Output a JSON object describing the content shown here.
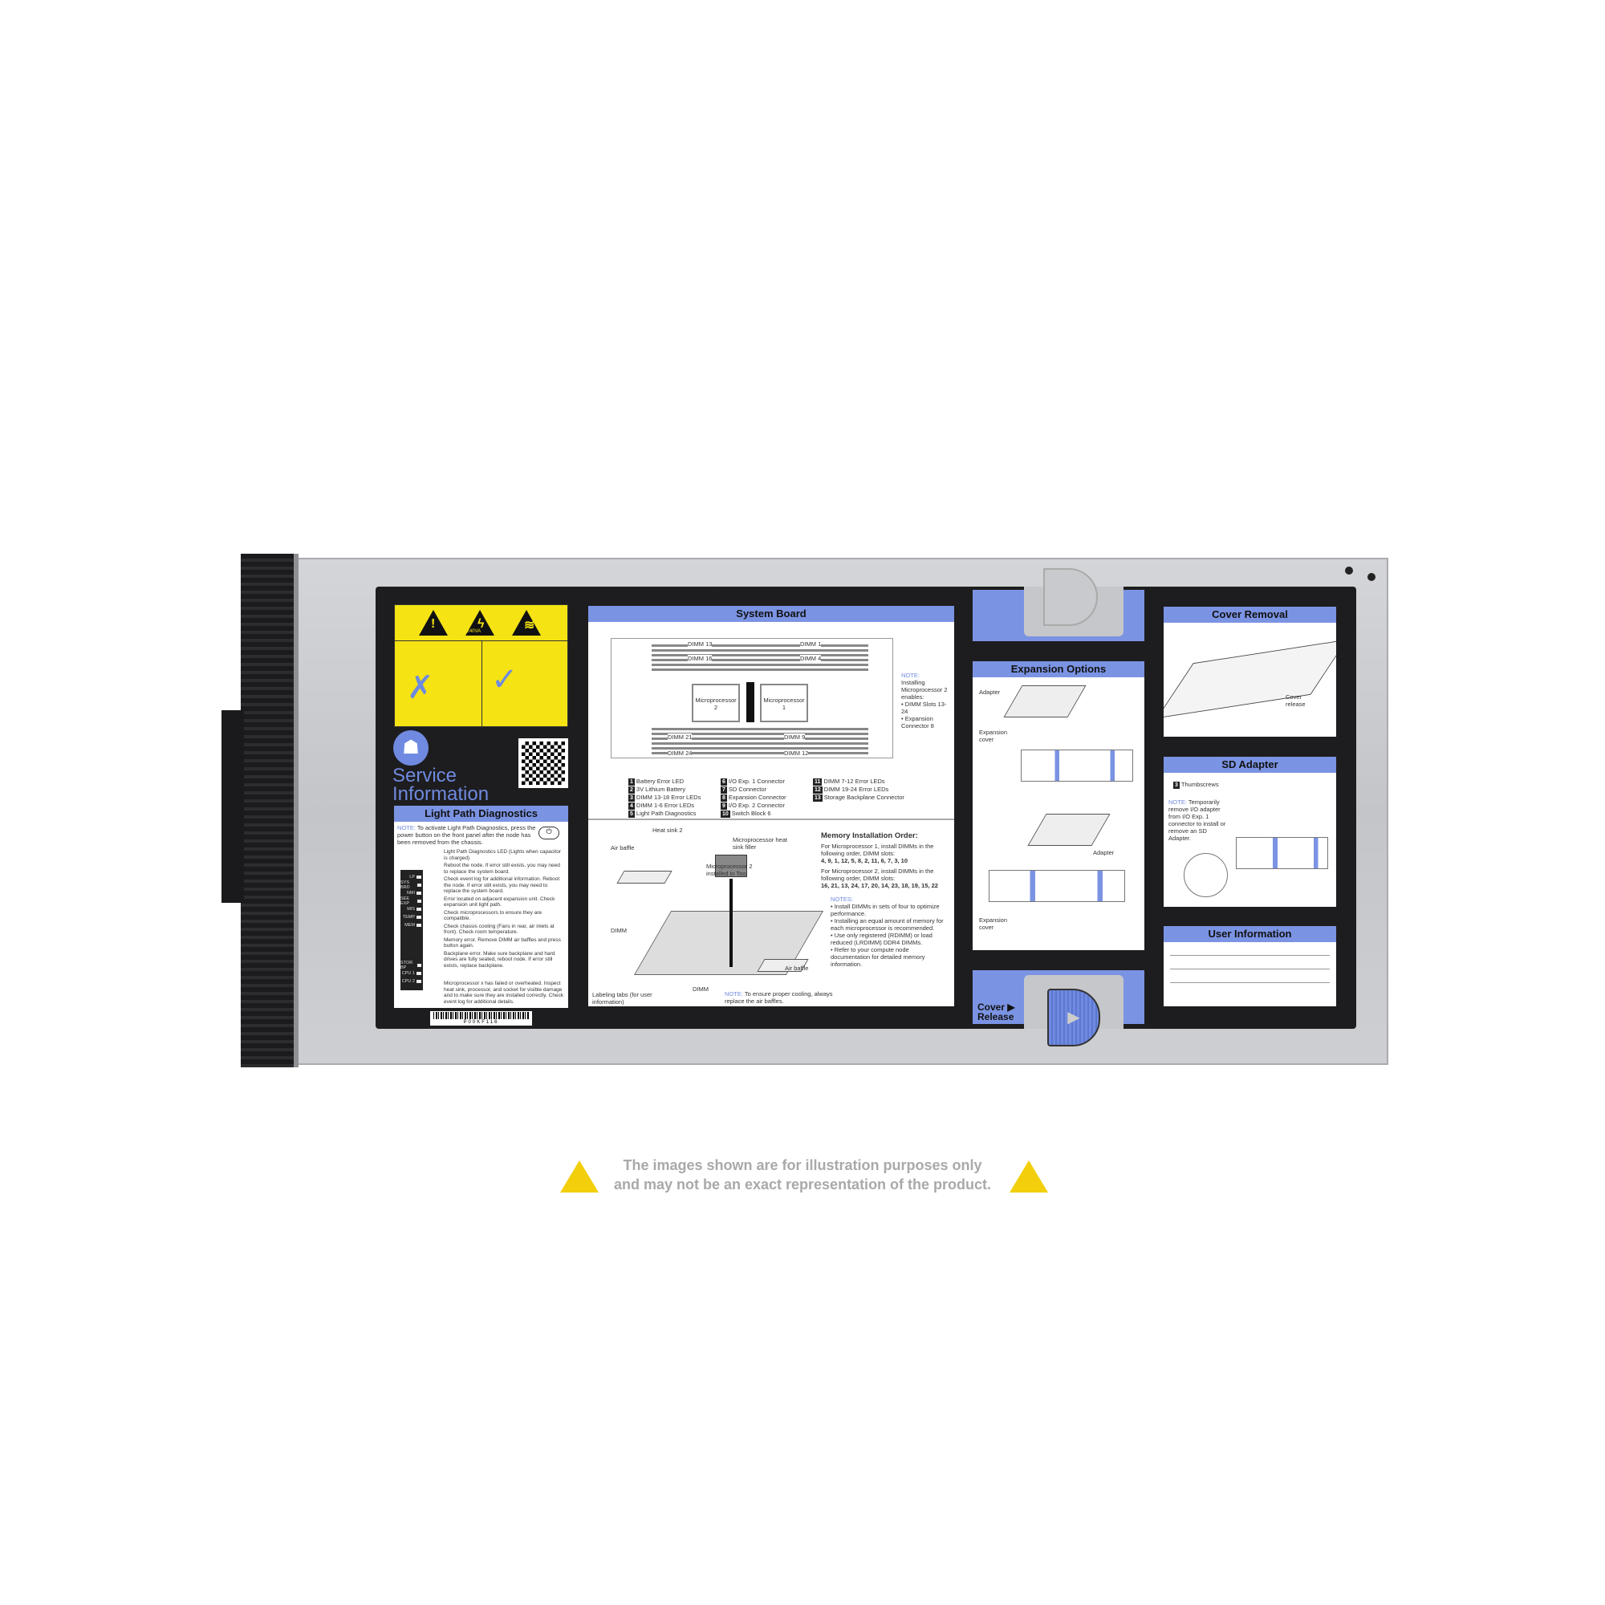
{
  "warning_label": {
    "voltage": ">240VA"
  },
  "service_info": {
    "title_line1": "Service",
    "title_line2": "Information"
  },
  "light_path": {
    "title": "Light Path Diagnostics",
    "note_label": "NOTE:",
    "note": "To activate Light Path Diagnostics, press the power button on the front panel after the node has been removed from the chassis.",
    "leds": [
      "LP",
      "SYS BRD",
      "NMI",
      "SEE EXP",
      "MIS",
      "TEMP",
      "MEM",
      "STOR BP",
      "CPU 1",
      "CPU 2"
    ],
    "descriptions": [
      "Light Path Diagnostics LED (Lights when capacitor is charged)",
      "Reboot the node. If error still exists, you may need to replace the system board.",
      "Check event log for additional information. Reboot the node. If error still exists, you may need to replace the system board.",
      "Error located on adjacent expansion unit. Check expansion unit light path.",
      "Check microprocessors to ensure they are compatible.",
      "Check chassis cooling (Fans in rear, air inlets at front). Check room temperature.",
      "Memory error. Remove DIMM air baffles and press button again.",
      "Backplane error. Make sure backplane and hard drives are fully seated, reboot node. If error still exists, replace backplane.",
      "Microprocessor x has failed or overheated. Inspect heat sink, processor, and socket for visible damage and to make sure they are installed correctly. Check event log for additional details."
    ],
    "barcode": "P00KF116"
  },
  "system_board": {
    "title": "System Board",
    "dimm_labels": [
      "DIMM 13",
      "DIMM 1",
      "DIMM 16",
      "DIMM 4",
      "DIMM 21",
      "DIMM 9",
      "DIMM 24",
      "DIMM 12"
    ],
    "cpu_labels": [
      "Microprocessor 2",
      "Microprocessor 1"
    ],
    "note_label": "NOTE:",
    "note": "Installing Microprocessor 2 enables:",
    "note_items": [
      "DIMM Slots 13-24",
      "Expansion Connector 8"
    ],
    "legend": [
      {
        "n": "1",
        "text": "Battery Error LED"
      },
      {
        "n": "2",
        "text": "3V Lithium Battery"
      },
      {
        "n": "3",
        "text": "DIMM 13-18 Error LEDs"
      },
      {
        "n": "4",
        "text": "DIMM 1-6 Error LEDs"
      },
      {
        "n": "5",
        "text": "Light Path Diagnostics"
      },
      {
        "n": "6",
        "text": "I/O Exp. 1 Connector"
      },
      {
        "n": "7",
        "text": "SD Connector"
      },
      {
        "n": "8",
        "text": "Expansion Connector"
      },
      {
        "n": "9",
        "text": "I/O Exp. 2 Connector"
      },
      {
        "n": "10",
        "text": "Switch Block 6"
      },
      {
        "n": "11",
        "text": "DIMM 7-12 Error LEDs"
      },
      {
        "n": "12",
        "text": "DIMM 19-24 Error LEDs"
      },
      {
        "n": "13",
        "text": "Storage Backplane Connector"
      }
    ],
    "diagram_labels": [
      "Heat sink 2",
      "Air baffle",
      "Microprocessor heat sink filler",
      "Microprocessor 2 installed in Tool",
      "DIMM",
      "DIMM",
      "Air baffle",
      "Labeling tabs (for user information)"
    ],
    "air_note_label": "NOTE:",
    "air_note": "To ensure proper cooling, always replace the air baffles.",
    "memory": {
      "title": "Memory Installation Order:",
      "cpu1_text": "For Microprocessor 1, install DIMMs in the following order, DIMM slots:",
      "cpu1_order": "4, 9, 1, 12, 5, 8, 2, 11, 6, 7, 3, 10",
      "cpu2_text": "For Microprocessor 2, install DIMMs in the following order, DIMM slots:",
      "cpu2_order": "16, 21, 13, 24, 17, 20, 14, 23, 18, 19, 15, 22",
      "notes_label": "NOTES:",
      "notes": [
        "Install DIMMs in sets of four to optimize performance.",
        "Installing an equal amount of memory for each microprocessor is recommended.",
        "Use only registered (RDIMM) or load reduced (LRDIMM) DDR4 DIMMs.",
        "Refer to your compute node documentation for detailed memory information."
      ]
    }
  },
  "expansion": {
    "title": "Expansion Options",
    "labels": [
      "Adapter",
      "Expansion cover",
      "Adapter",
      "Expansion cover"
    ]
  },
  "cover_release": {
    "line1": "Cover ▶",
    "line2": "Release"
  },
  "cover_removal": {
    "title": "Cover Removal",
    "label": "Cover release"
  },
  "sd_adapter": {
    "title": "SD Adapter",
    "thumbscrews": "Thumbscrews",
    "note_label": "NOTE:",
    "note": "Temporarily remove I/O adapter from I/O Exp. 1 connector to install or remove an SD Adapter."
  },
  "user_info": {
    "title": "User Information"
  },
  "disclaimer": {
    "line1": "The images shown are for illustration purposes only",
    "line2": "and may not be an exact representation of the product."
  },
  "colors": {
    "label_blue": "#7b93e3",
    "warning_yellow": "#f5e314",
    "disclaimer_gray": "#a9a9a9"
  }
}
